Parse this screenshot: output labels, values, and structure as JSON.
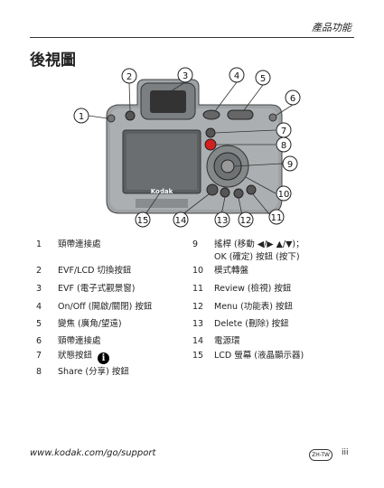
{
  "header": {
    "section": "產品功能"
  },
  "title": "後視圖",
  "camera": {
    "brand_mark": "Kodak"
  },
  "callouts": [
    "1",
    "2",
    "3",
    "4",
    "5",
    "6",
    "7",
    "8",
    "9",
    "10",
    "11",
    "12",
    "13",
    "14",
    "15"
  ],
  "legend_col1": [
    {
      "num": "1",
      "text": "頸帶連接處"
    },
    {
      "num": "2",
      "text": "EVF/LCD 切換按鈕"
    },
    {
      "num": "3",
      "text": "EVF (電子式觀景窗)"
    },
    {
      "num": "4",
      "text": "On/Off (開啟/關閉) 按鈕"
    },
    {
      "num": "5",
      "text": "變焦 (廣角/望遠)"
    },
    {
      "num": "6",
      "text": "頸帶連接處"
    },
    {
      "num": "7",
      "text": "狀態按鈕"
    },
    {
      "num": "8",
      "text": "Share (分享) 按鈕"
    }
  ],
  "legend_col2": [
    {
      "num": "9",
      "text": "搖桿 (移動 ◀/▶ ▲/▼)；",
      "text2": "OK (確定) 按鈕 (按下)"
    },
    {
      "num": "10",
      "text": "模式轉盤"
    },
    {
      "num": "11",
      "text": "Review (檢視) 按鈕"
    },
    {
      "num": "12",
      "text": "Menu (功能表) 按鈕"
    },
    {
      "num": "13",
      "text": "Delete (刪除) 按鈕"
    },
    {
      "num": "14",
      "text": "電源環"
    },
    {
      "num": "15",
      "text": "LCD 螢幕 (液晶顯示器)"
    }
  ],
  "footer": {
    "url": "www.kodak.com/go/support",
    "lang": "ZH-TW",
    "page": "iii"
  }
}
